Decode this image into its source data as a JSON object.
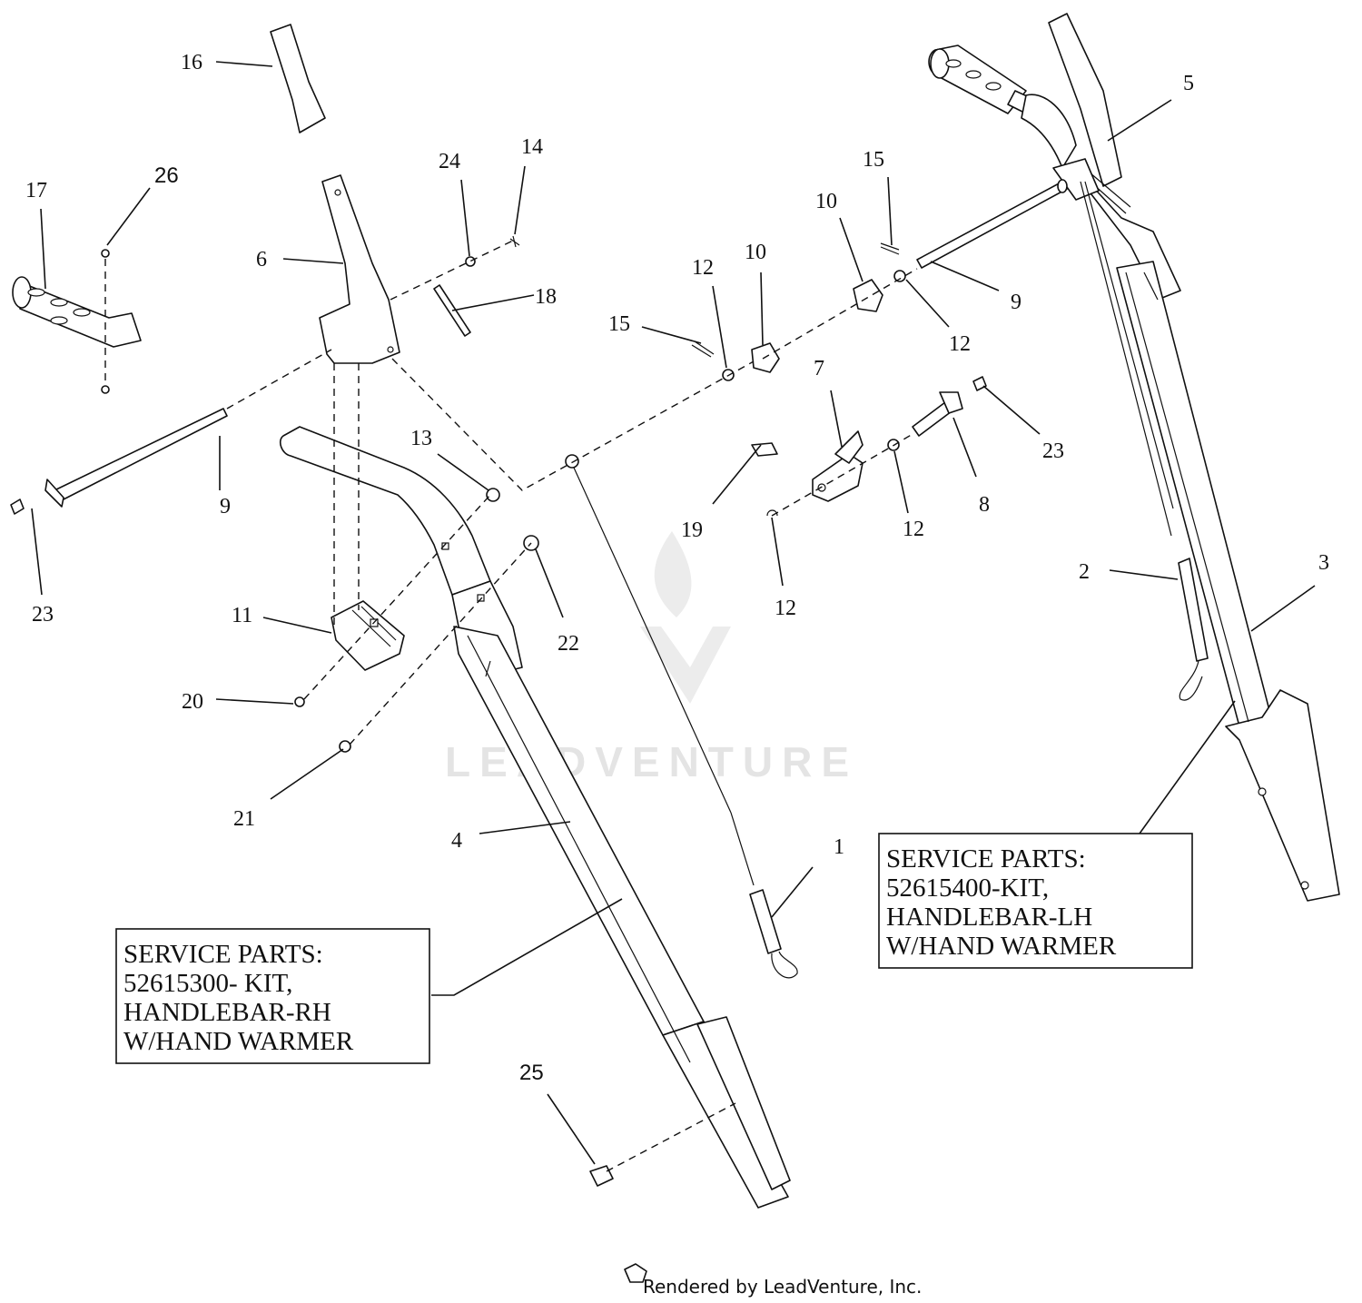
{
  "callouts": {
    "c1": "1",
    "c2": "2",
    "c3": "3",
    "c4": "4",
    "c5": "5",
    "c6": "6",
    "c7": "7",
    "c8": "8",
    "c9a": "9",
    "c9b": "9",
    "c10a": "10",
    "c10b": "10",
    "c11": "11",
    "c12a": "12",
    "c12b": "12",
    "c12c": "12",
    "c12d": "12",
    "c13": "13",
    "c14": "14",
    "c15a": "15",
    "c15b": "15",
    "c16": "16",
    "c17": "17",
    "c18": "18",
    "c19": "19",
    "c20": "20",
    "c21": "21",
    "c22": "22",
    "c23a": "23",
    "c23b": "23",
    "c24": "24",
    "c25": "25",
    "c26": "26"
  },
  "service_rh": {
    "line1": "SERVICE PARTS:",
    "line2": "52615300- KIT,",
    "line3": "HANDLEBAR-RH",
    "line4": "W/HAND WARMER"
  },
  "service_lh": {
    "line1": "SERVICE PARTS:",
    "line2": "52615400-KIT,",
    "line3": "HANDLEBAR-LH",
    "line4": "W/HAND WARMER"
  },
  "watermark": "LEADVENTURE",
  "footer": "Rendered by LeadVenture, Inc."
}
